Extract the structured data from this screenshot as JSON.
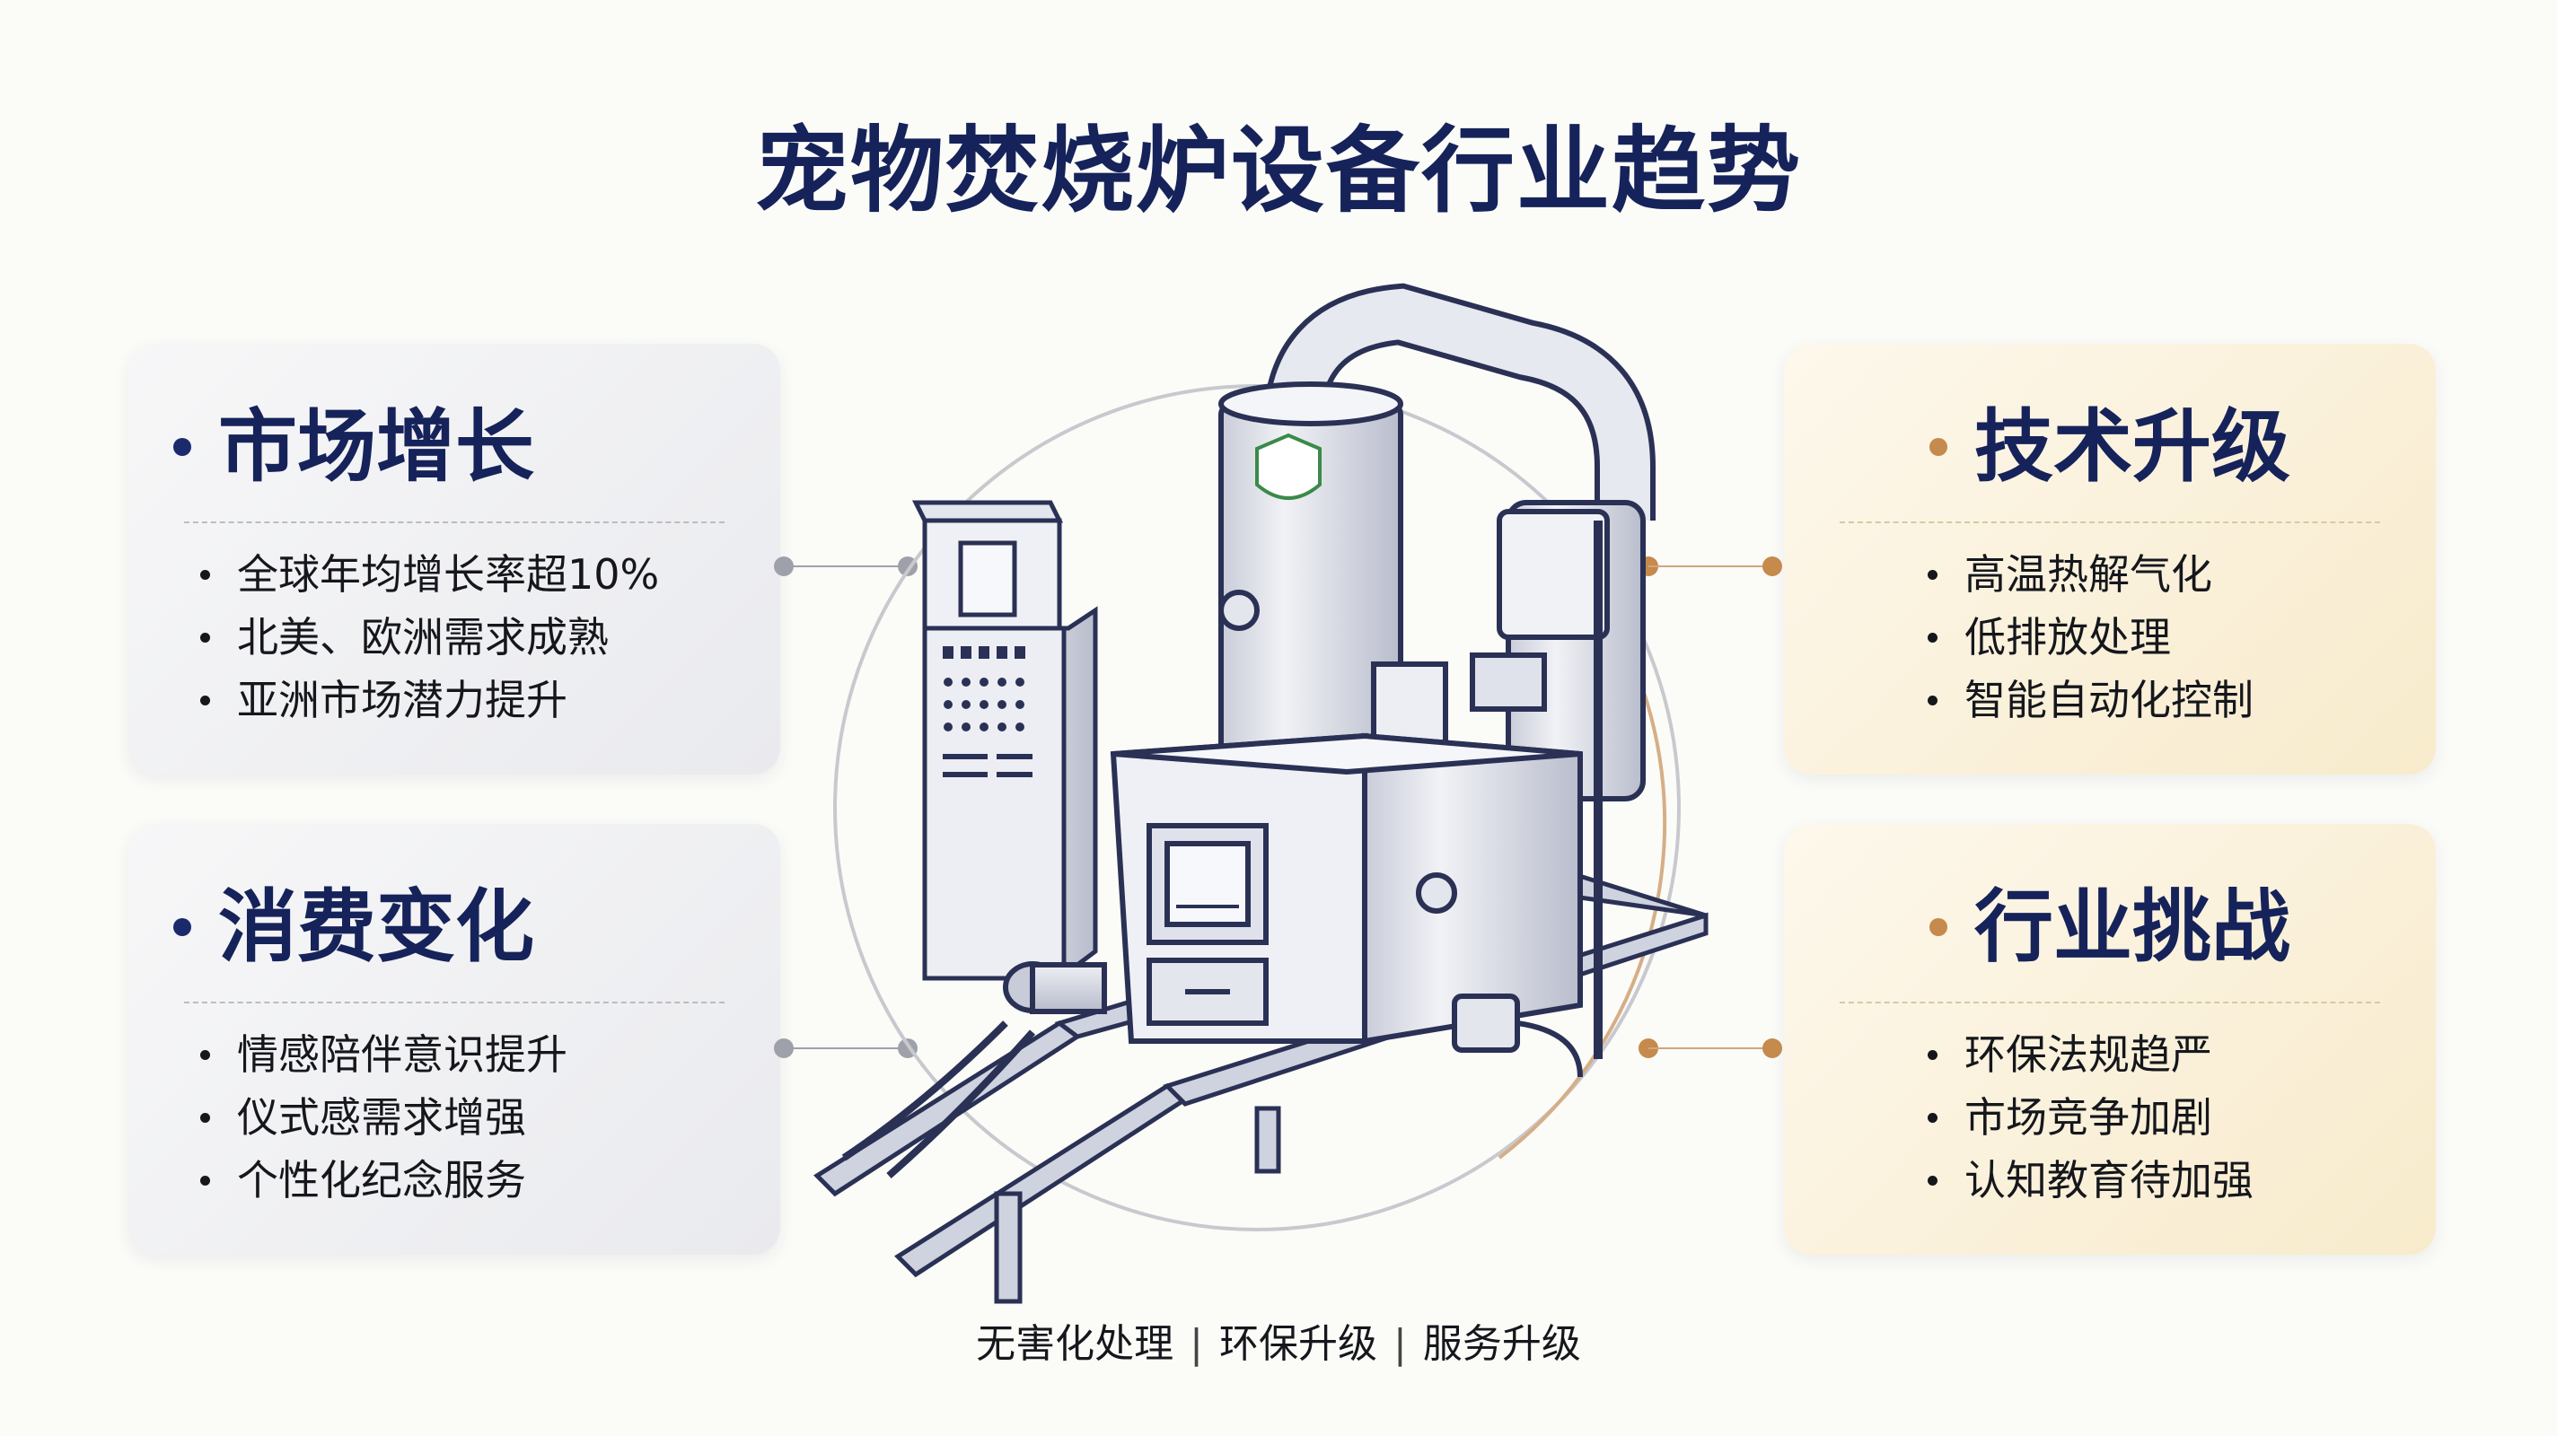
{
  "title": "宠物焚烧炉设备行业趋势",
  "panels": {
    "market_growth": {
      "heading": "市场增长",
      "items": [
        "全球年均增长率超10%",
        "北美、欧洲需求成熟",
        "亚洲市场潜力提升"
      ]
    },
    "consumer_change": {
      "heading": "消费变化",
      "items": [
        "情感陪伴意识提升",
        "仪式感需求增强",
        "个性化纪念服务"
      ]
    },
    "tech_upgrade": {
      "heading": "技术升级",
      "items": [
        "高温热解气化",
        "低排放处理",
        "智能自动化控制"
      ]
    },
    "industry_challenge": {
      "heading": "行业挑战",
      "items": [
        "环保法规趋严",
        "市场竞争加剧",
        "认知教育待加强"
      ]
    }
  },
  "footer": {
    "items": [
      "无害化处理",
      "环保升级",
      "服务升级"
    ],
    "separator": "|"
  },
  "colors": {
    "title": "#16235a",
    "gray_panel": "#eceef1",
    "cream_panel": "#fbf1d8",
    "tan_accent": "#c58a4c",
    "navy_accent": "#1b2a6b"
  }
}
